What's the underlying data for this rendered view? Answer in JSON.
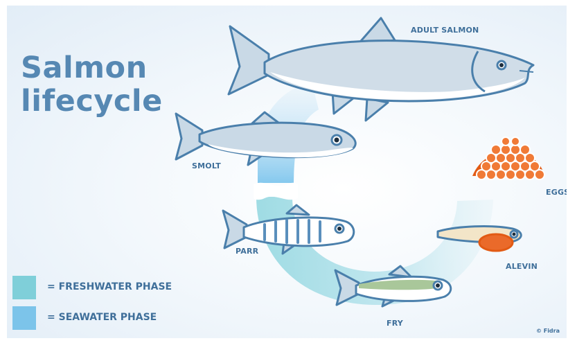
{
  "title_line1": "Salmon",
  "title_line2": "lifecycle",
  "stages": {
    "adult": "ADULT SALMON",
    "smolt": "SMOLT",
    "eggs": "EGGS",
    "parr": "PARR",
    "alevin": "ALEVIN",
    "fry": "FRY"
  },
  "legend": [
    {
      "label": "= FRESHWATER PHASE",
      "color": "#7fcfd9"
    },
    {
      "label": "= SEAWATER PHASE",
      "color": "#7cc4ea"
    }
  ],
  "credit": "© Fidra",
  "colors": {
    "outline": "#4a7fab",
    "fish_body": "#c5d5e3",
    "fish_belly": "#ffffff",
    "eggs": "#ea6a2a",
    "freshwater": "#7fcfd9",
    "seawater": "#7cc4ea"
  }
}
